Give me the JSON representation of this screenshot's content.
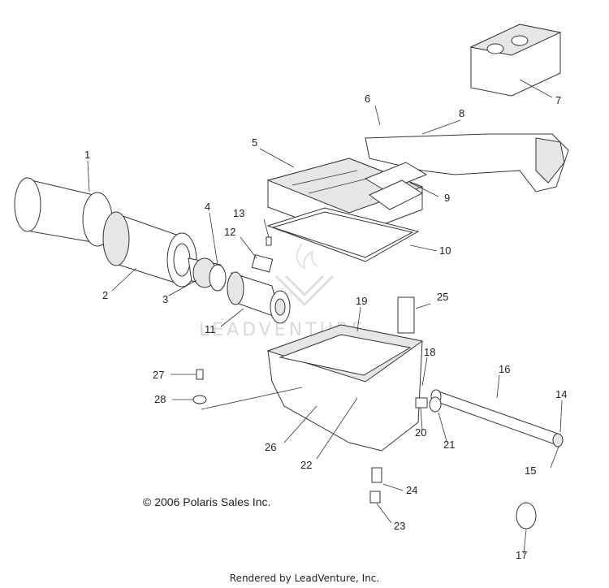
{
  "copyright": "© 2006 Polaris Sales Inc.",
  "footer": "Rendered by LeadVenture, Inc.",
  "watermark": "LEADVENTURE",
  "callouts": [
    "1",
    "2",
    "3",
    "4",
    "5",
    "6",
    "7",
    "8",
    "9",
    "10",
    "11",
    "12",
    "13",
    "14",
    "15",
    "16",
    "17",
    "18",
    "19",
    "20",
    "21",
    "22",
    "23",
    "24",
    "25",
    "26",
    "27",
    "28"
  ]
}
